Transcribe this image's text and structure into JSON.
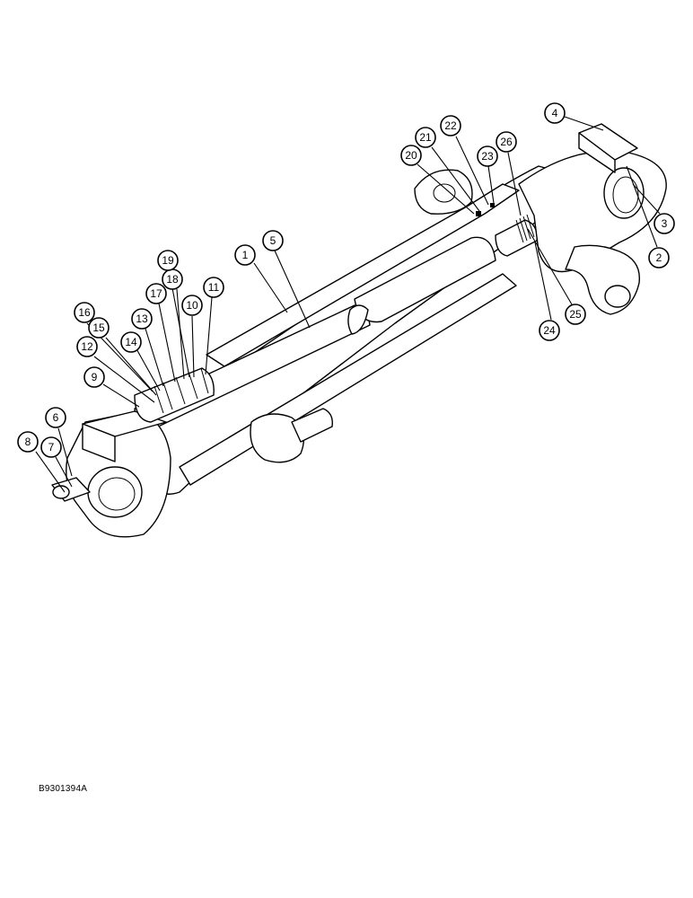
{
  "figure_code": "B9301394A",
  "callouts": [
    "1",
    "2",
    "3",
    "4",
    "5",
    "6",
    "7",
    "8",
    "9",
    "10",
    "11",
    "12",
    "13",
    "14",
    "15",
    "16",
    "17",
    "18",
    "19",
    "20",
    "21",
    "22",
    "23",
    "24",
    "25",
    "26"
  ]
}
